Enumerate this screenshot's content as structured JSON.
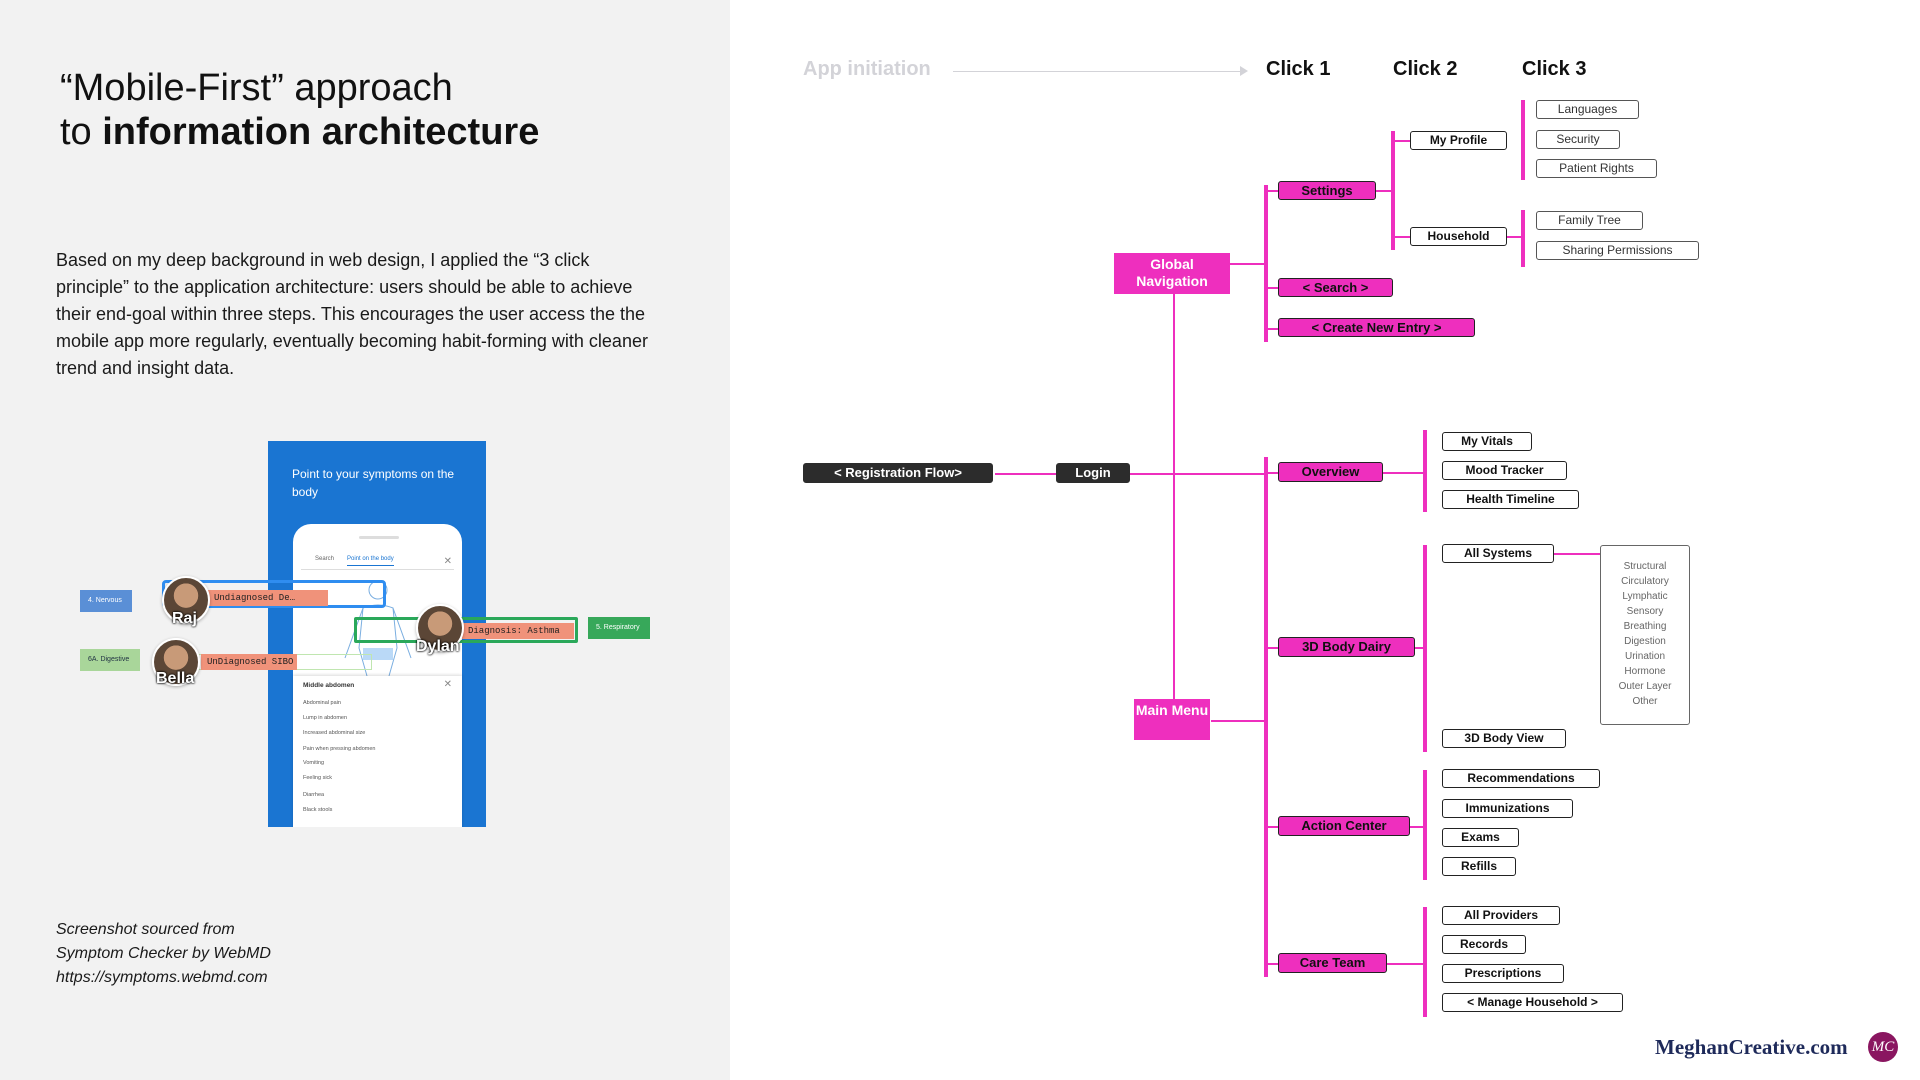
{
  "left": {
    "title_line1": "“Mobile-First” approach",
    "title_line2_prefix": "to ",
    "title_line2_bold": "information architecture",
    "paragraph": "Based on my deep background in web design, I applied the “3 click principle” to the application architecture: users should be able to achieve their end-goal within three steps.  This encourages the user access the the mobile app more regularly, eventually becoming habit-forming with cleaner trend and insight data.",
    "credit": [
      "Screenshot sourced from",
      "Symptom Checker by WebMD",
      "https://symptoms.webmd.com"
    ]
  },
  "mockup": {
    "title": "Point to your symptoms on the body",
    "tab_search": "Search",
    "tab_point": "Point on the body",
    "close": "✕",
    "list_title": "Middle abdomen",
    "list_items": [
      "Abdominal pain",
      "Lump in abdomen",
      "Increased abdominal size",
      "Pain when pressing abdomen",
      "Vomiting",
      "Feeling sick",
      "Diarrhea",
      "Black stools"
    ],
    "tags": {
      "nervous": "4. Nervous",
      "digestive": "6A. Digestive",
      "respiratory": "5. Respiratory"
    },
    "diagnoses": {
      "raj": "Undiagnosed De…",
      "dylan": "Diagnosis: Asthma",
      "bella": "UnDiagnosed SIBO"
    },
    "avatars": {
      "raj": "Raj",
      "dylan": "Dylan",
      "bella": "Bella"
    }
  },
  "diagram": {
    "headers": {
      "app_init": "App initiation",
      "click1": "Click 1",
      "click2": "Click 2",
      "click3": "Click 3"
    },
    "registration": "< Registration Flow>",
    "login": "Login",
    "global_nav": "Global Navigation",
    "main_menu": "Main Menu",
    "settings": "Settings",
    "search": "< Search >",
    "create_entry": "< Create New Entry >",
    "my_profile": "My Profile",
    "household": "Household",
    "profile_items": [
      "Languages",
      "Security",
      "Patient Rights"
    ],
    "household_items": [
      "Family Tree",
      "Sharing Permissions"
    ],
    "overview": "Overview",
    "overview_items": [
      "My Vitals",
      "Mood Tracker",
      "Health Timeline"
    ],
    "body_dairy": "3D Body Dairy",
    "all_systems": "All Systems",
    "systems_list": [
      "Structural",
      "Circulatory",
      "Lymphatic",
      "Sensory",
      "Breathing",
      "Digestion",
      "Urination",
      "Hormone",
      "Outer Layer",
      "Other"
    ],
    "body_view": "3D Body View",
    "action_center": "Action Center",
    "action_items": [
      "Recommendations",
      "Immunizations",
      "Exams",
      "Refills"
    ],
    "care_team": "Care Team",
    "care_items": [
      "All Providers",
      "Records",
      "Prescriptions",
      "< Manage Household >"
    ]
  },
  "brand": {
    "name": "MeghanCreative.com",
    "logo": "MC"
  },
  "colors": {
    "accent_magenta": "#ee2fbe",
    "dark_node": "#2c2c2c",
    "mockup_blue": "#1a75d2"
  }
}
